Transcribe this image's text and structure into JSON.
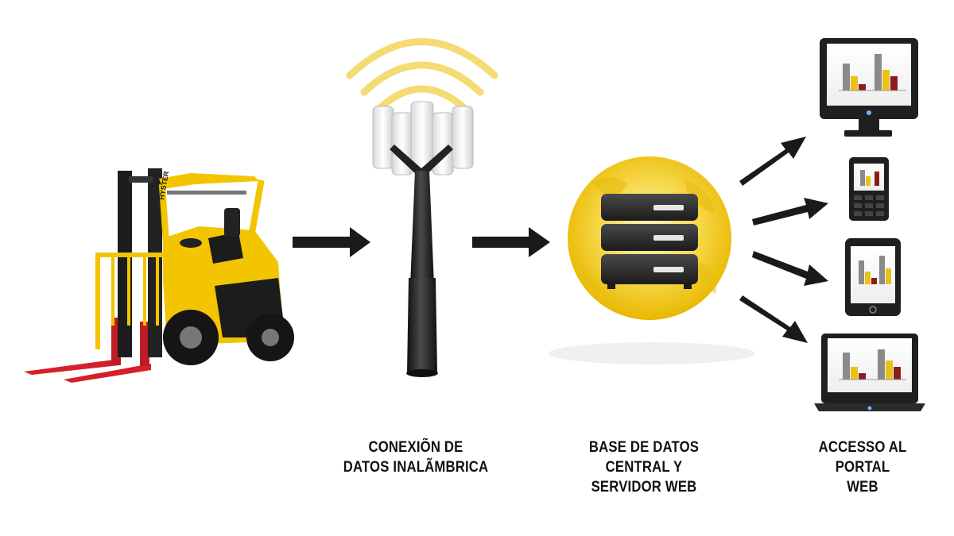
{
  "captions": {
    "wireless": {
      "line1": "CONEXIÕN DE",
      "line2": "DATOS INALÃMBRICA"
    },
    "database": {
      "line1": "BASE DE DATOS",
      "line2": "CENTRAL Y",
      "line3": "SERVIDOR WEB"
    },
    "portal": {
      "line1": "ACCESSO AL",
      "line2": "PORTAL",
      "line3": "WEB"
    }
  },
  "forklift": {
    "brand": "HYSTER"
  },
  "colors": {
    "forklift_yellow": "#f2c500",
    "fork_red": "#d3202a",
    "signal_yellow": "#f3d55a",
    "globe_yellow": "#f4cf2a",
    "server_dark": "#2b2b2b",
    "arrow_dark": "#1a1a1a",
    "chart_gray": "#8a8a8a",
    "chart_yellow": "#e8c21a",
    "chart_red": "#8a1c1c"
  },
  "icons": [
    "forklift-icon",
    "cell-tower-icon",
    "server-globe-icon",
    "monitor-icon",
    "phone-icon",
    "tablet-icon",
    "laptop-icon",
    "arrow-icon"
  ]
}
